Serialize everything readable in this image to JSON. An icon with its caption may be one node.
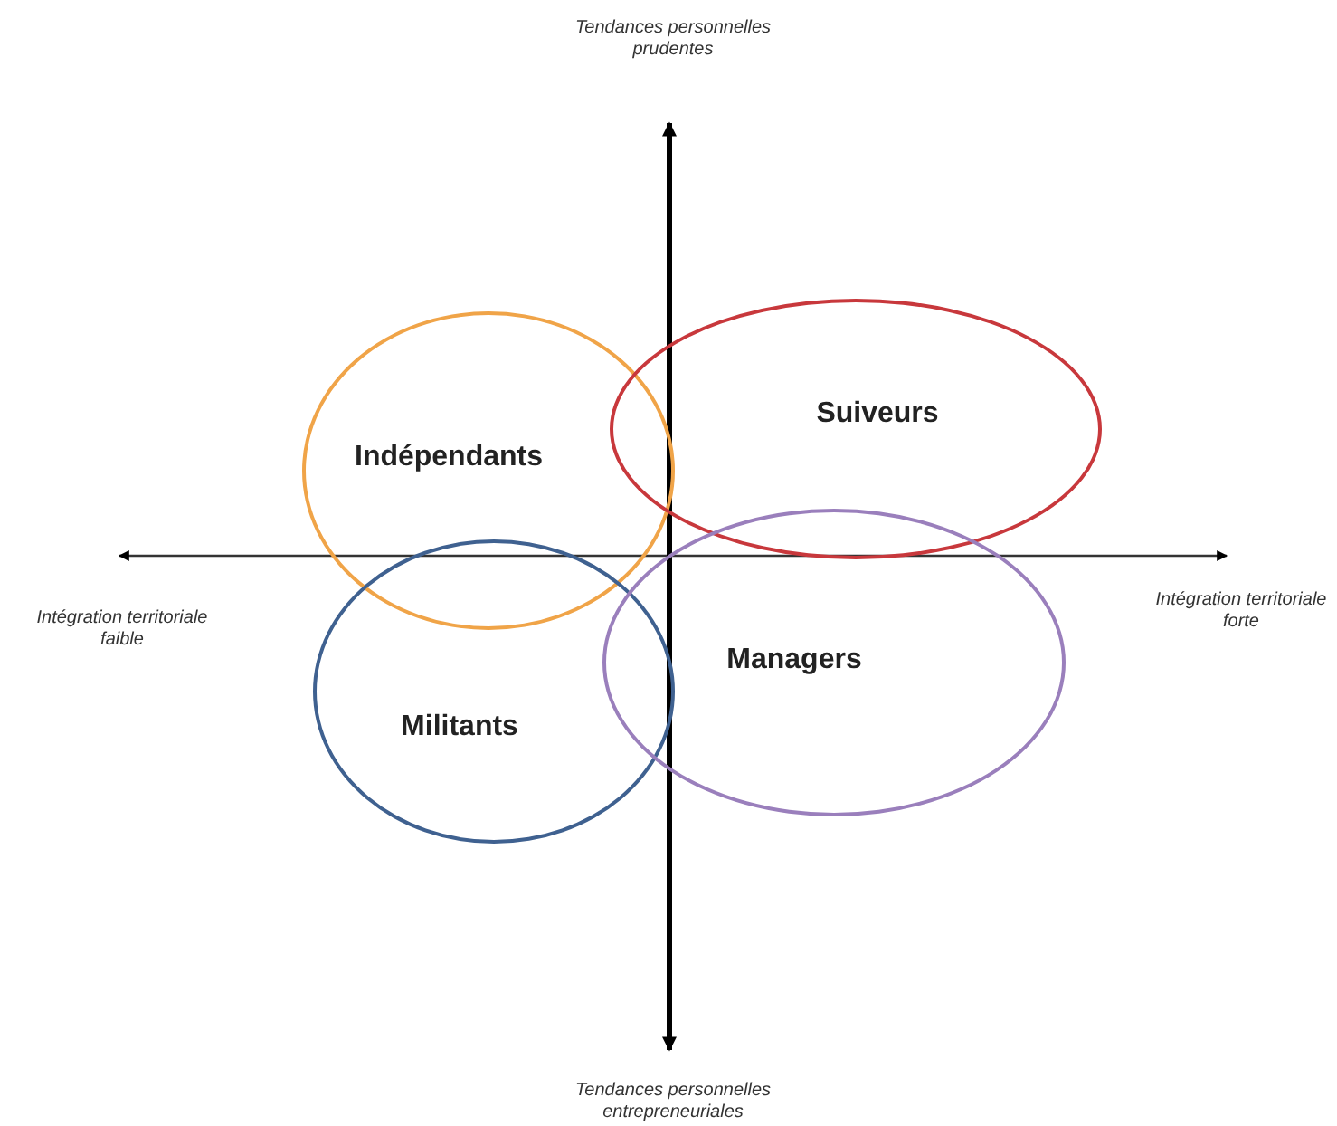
{
  "diagram": {
    "nodes": [
      {
        "text": [
          "Indépendants"
        ]
      },
      {
        "text": [
          "Suiveurs"
        ]
      },
      {
        "text": [
          "Militants"
        ]
      },
      {
        "text": [
          "Managers"
        ]
      }
    ],
    "labels": [
      "Tendances personnelles prudentes",
      "Intégration territoriale faible",
      "Intégration territoriale forte",
      "Tendances personnelles entrepreneuriales"
    ]
  }
}
